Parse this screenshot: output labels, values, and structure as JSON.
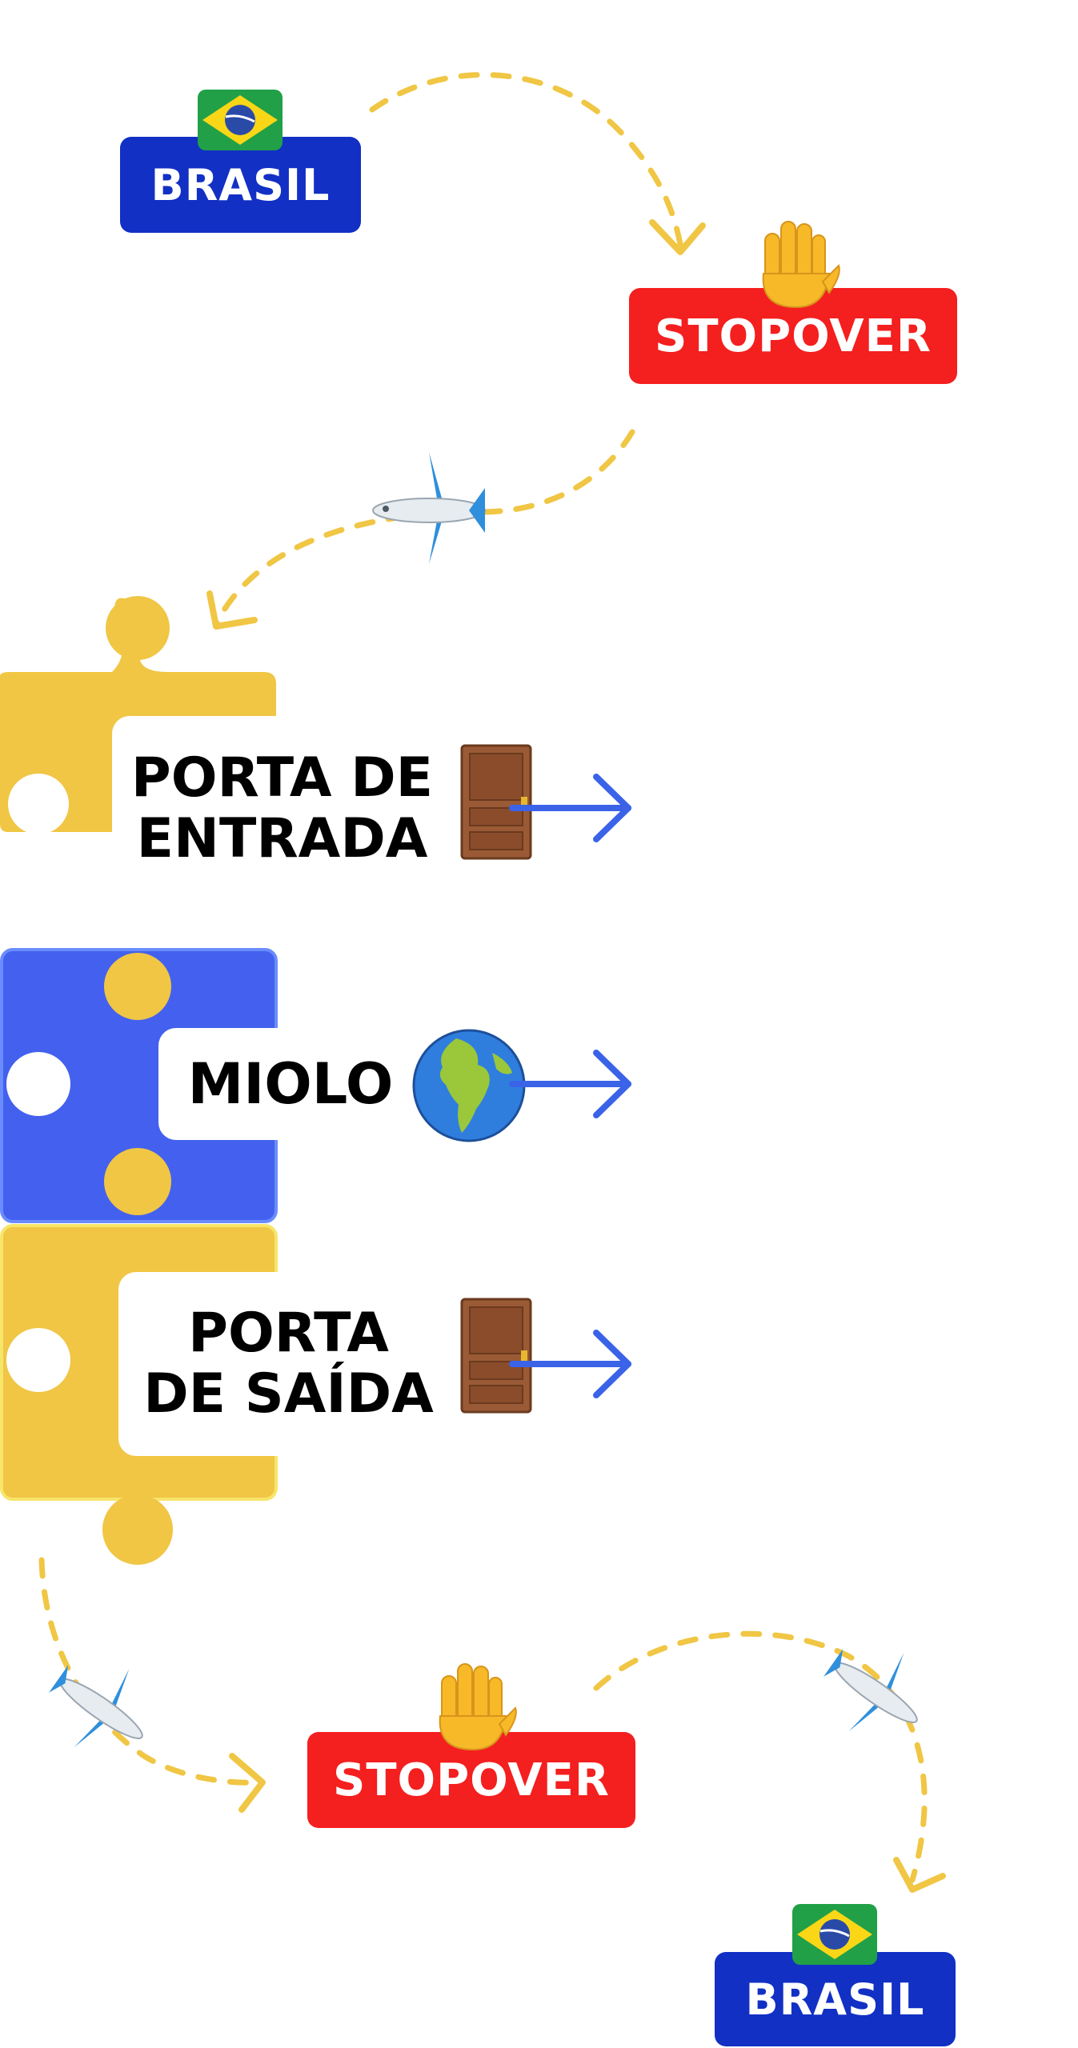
{
  "start": {
    "label": "BRASIL",
    "icon": "brazil-flag-icon"
  },
  "stop1": {
    "label": "STOPOVER",
    "icon": "raised-hand-icon"
  },
  "puzzle": {
    "pieces": [
      {
        "line1": "PORTA DE",
        "line2": "ENTRADA",
        "icon": "door-icon",
        "color": "#f0c644"
      },
      {
        "line1": "MIOLO",
        "line2": "",
        "icon": "globe-icon",
        "color": "#4361ee"
      },
      {
        "line1": "PORTA",
        "line2": "DE SAÍDA",
        "icon": "door-icon",
        "color": "#f0c644"
      }
    ]
  },
  "stop2": {
    "label": "STOPOVER",
    "icon": "raised-hand-icon"
  },
  "end": {
    "label": "BRASIL",
    "icon": "brazil-flag-icon"
  },
  "colors": {
    "brasil_blue": "#1230c4",
    "stopover_red": "#f41f1f",
    "path_yellow": "#f0c644",
    "arrow_blue": "#3a63e8"
  }
}
